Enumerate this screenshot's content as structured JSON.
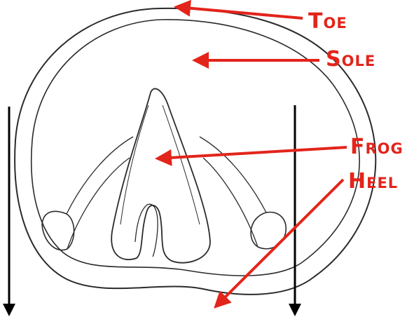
{
  "labels": {
    "toe": "Toe",
    "sole": "Sole",
    "frog": "Frog",
    "heel": "Heel"
  },
  "colors": {
    "label": "#e3241b",
    "arrow": "#e3241b",
    "guide_arrow": "#000000",
    "outline": "#2b2b2b"
  }
}
